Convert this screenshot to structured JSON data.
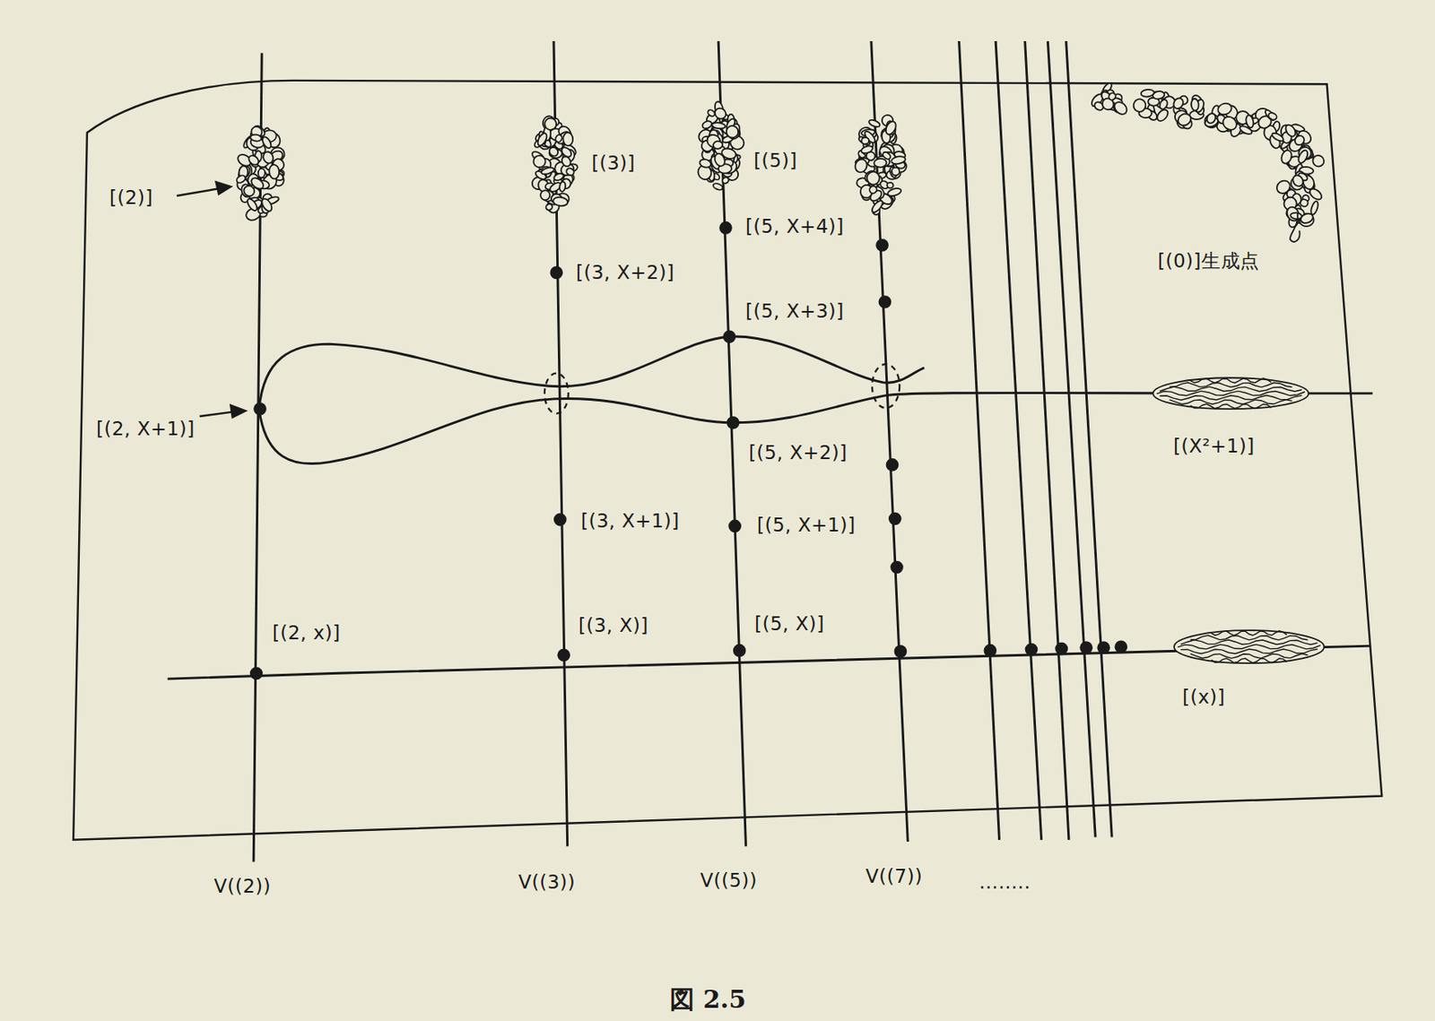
{
  "diagram": {
    "caption": "図 2.5",
    "labels": [
      "[(2)]",
      "[(3)]",
      "[(5)]",
      "[(0)]生成点",
      "[(5, X+4)]",
      "[(3, X+2)]",
      "[(5, X+3)]",
      "[(2, X+1)]",
      "[(5, X+2)]",
      "[(X²+1)]",
      "[(3, X+1)]",
      "[(5, X+1)]",
      "[(2, x)]",
      "[(3, X)]",
      "[(5, X)]",
      "[(x)]",
      "V((2))",
      "V((3))",
      "V((5))",
      "V((7))",
      "........"
    ]
  }
}
